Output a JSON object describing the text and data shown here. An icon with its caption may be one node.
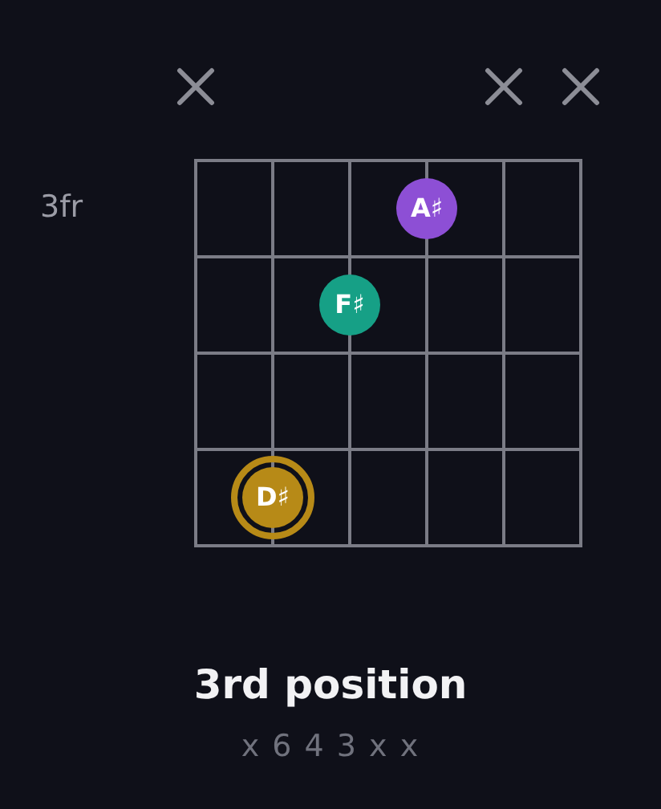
{
  "diagram": {
    "title": "3rd position",
    "nodes": [
      {
        "text": [
          "A♯"
        ]
      },
      {
        "text": [
          "F♯"
        ]
      },
      {
        "text": [
          "D♯"
        ]
      }
    ],
    "labels": [
      "3fr",
      "x 6 4 3 x x"
    ]
  }
}
